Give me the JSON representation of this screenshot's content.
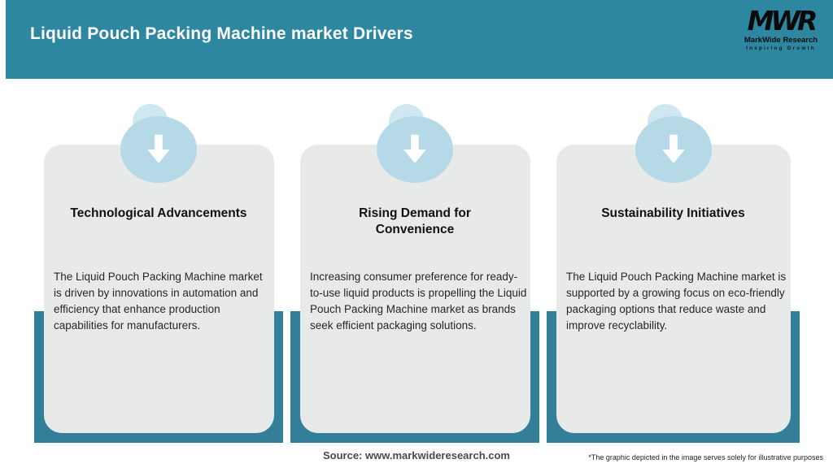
{
  "header": {
    "title": "Liquid Pouch Packing Machine market Drivers"
  },
  "logo": {
    "mark": "MWR",
    "name": "MarkWide Research",
    "tagline": "Inspiring Growth"
  },
  "cards": [
    {
      "icon": "down-arrow-icon",
      "title": "Technological Advancements",
      "body": "The Liquid Pouch Packing Machine market is driven by innovations in automation and efficiency that enhance production capabilities for manufacturers."
    },
    {
      "icon": "down-arrow-icon",
      "title": "Rising Demand for Convenience",
      "body": "Increasing consumer preference for ready-to-use liquid products is propelling the Liquid Pouch Packing Machine market as brands seek efficient packaging solutions."
    },
    {
      "icon": "down-arrow-icon",
      "title": "Sustainability Initiatives",
      "body": "The Liquid Pouch Packing Machine market is supported by a growing focus on eco-friendly packaging options that reduce waste and improve recyclability."
    }
  ],
  "footer": {
    "source": "Source: www.markwideresearch.com",
    "disclaimer": "*The graphic depicted in the image serves solely for illustrative purposes"
  },
  "colors": {
    "header_teal": "#2E87A0",
    "band_teal": "#337F99",
    "card_gray": "#E8EAEA",
    "circle_blue": "#B5D9E6",
    "circle_blue_light": "#CFE7F1"
  }
}
